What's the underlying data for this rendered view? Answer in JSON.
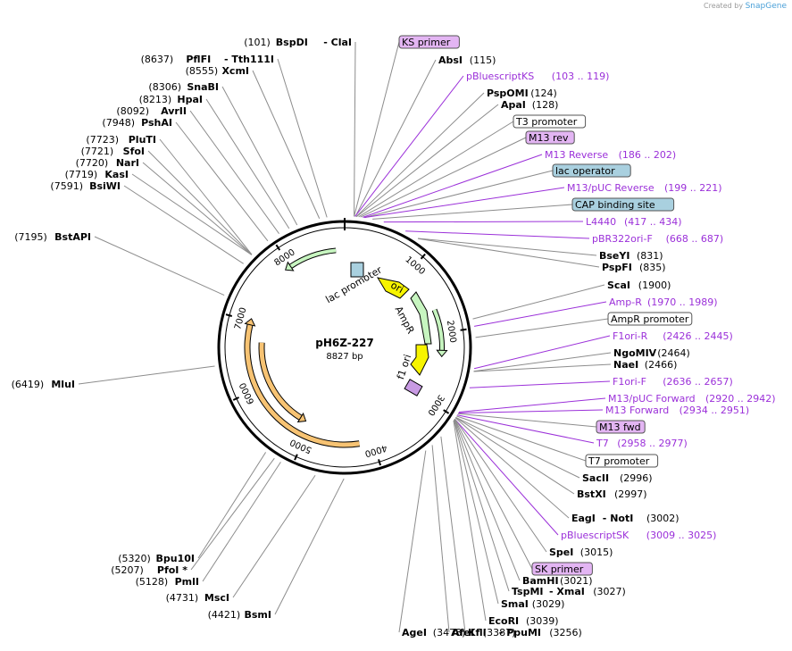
{
  "watermark": {
    "prefix": "Created by",
    "brand": "SnapGene"
  },
  "plasmid": {
    "name": "pH6Z-227",
    "length_label": "8827 bp",
    "length": 8827
  },
  "ticks": [
    "1000",
    "2000",
    "3000",
    "4000",
    "5000",
    "6000",
    "7000",
    "8000"
  ],
  "colors": {
    "backbone": "#000000",
    "enzyme_line": "#8c8c8c",
    "feature_line": "#9b30d9",
    "primer_box": "#e3b5f3",
    "promoter_box": "#ffffff",
    "protein_box": "#a9d0df",
    "arrow_green": "#c7f5c0",
    "arrow_yellow": "#f7f400",
    "arrow_orange": "#f7c373"
  },
  "right_labels": [
    {
      "kind": "primer",
      "name": "KS primer"
    },
    {
      "kind": "enzyme",
      "name": "AbsI",
      "pos": "(115)"
    },
    {
      "kind": "feature",
      "name": "pBluescriptKS",
      "pos": "(103 .. 119)"
    },
    {
      "kind": "enzyme",
      "name": "PspOMI",
      "pos": "(124)"
    },
    {
      "kind": "enzyme",
      "name": "ApaI",
      "pos": "(128)"
    },
    {
      "kind": "promoter",
      "name": "T3 promoter"
    },
    {
      "kind": "primer",
      "name": "M13 rev"
    },
    {
      "kind": "feature",
      "name": "M13 Reverse",
      "pos": "(186 .. 202)"
    },
    {
      "kind": "protein",
      "name": "lac operator"
    },
    {
      "kind": "feature",
      "name": "M13/pUC Reverse",
      "pos": "(199 .. 221)"
    },
    {
      "kind": "protein",
      "name": "CAP binding site"
    },
    {
      "kind": "feature",
      "name": "L4440",
      "pos": "(417 .. 434)"
    },
    {
      "kind": "feature",
      "name": "pBR322ori-F",
      "pos": "(668 .. 687)"
    },
    {
      "kind": "enzyme",
      "name": "BseYI",
      "pos": "(831)"
    },
    {
      "kind": "enzyme",
      "name": "PspFI",
      "pos": "(835)"
    },
    {
      "kind": "enzyme",
      "name": "ScaI",
      "pos": "(1900)"
    },
    {
      "kind": "feature",
      "name": "Amp-R",
      "pos": "(1970 .. 1989)"
    },
    {
      "kind": "promoter",
      "name": "AmpR promoter"
    },
    {
      "kind": "feature",
      "name": "F1ori-R",
      "pos": "(2426 .. 2445)"
    },
    {
      "kind": "enzyme",
      "name": "NgoMIV",
      "pos": "(2464)"
    },
    {
      "kind": "enzyme",
      "name": "NaeI",
      "pos": "(2466)"
    },
    {
      "kind": "feature",
      "name": "F1ori-F",
      "pos": "(2636 .. 2657)"
    },
    {
      "kind": "feature",
      "name": "M13/pUC Forward",
      "pos": "(2920 .. 2942)"
    },
    {
      "kind": "feature",
      "name": "M13 Forward",
      "pos": "(2934 .. 2951)"
    },
    {
      "kind": "primer",
      "name": "M13 fwd"
    },
    {
      "kind": "feature",
      "name": "T7",
      "pos": "(2958 .. 2977)"
    },
    {
      "kind": "promoter",
      "name": "T7 promoter"
    },
    {
      "kind": "enzyme",
      "name": "SacII",
      "pos": "(2996)"
    },
    {
      "kind": "enzyme",
      "name": "BstXI",
      "pos": "(2997)"
    },
    {
      "kind": "enzyme",
      "name": "EagI",
      "name2": "NotI",
      "pos": "(3002)"
    },
    {
      "kind": "feature",
      "name": "pBluescriptSK",
      "pos": "(3009 .. 3025)"
    },
    {
      "kind": "enzyme",
      "name": "SpeI",
      "pos": "(3015)"
    },
    {
      "kind": "primer",
      "name": "SK primer"
    },
    {
      "kind": "enzyme",
      "name": "BamHI",
      "pos": "(3021)"
    },
    {
      "kind": "enzyme",
      "name": "TspMI",
      "name2": "XmaI",
      "pos": "(3027)"
    },
    {
      "kind": "enzyme",
      "name": "SmaI",
      "pos": "(3029)"
    },
    {
      "kind": "enzyme",
      "name": "EcoRI",
      "pos": "(3039)"
    },
    {
      "kind": "enzyme",
      "name": "KflI",
      "name2": "PpuMI",
      "pos": "(3256)"
    },
    {
      "kind": "enzyme",
      "name": "AfeI",
      "pos": "(3387)"
    },
    {
      "kind": "enzyme",
      "name": "AgeI",
      "pos": "(3478)"
    }
  ],
  "left_labels": [
    {
      "name": "BspDI",
      "name2": "ClaI",
      "pos": "(101)"
    },
    {
      "name": "PflFI",
      "name2": "Tth111I",
      "pos": "(8637)"
    },
    {
      "name": "XcmI",
      "pos": "(8555)"
    },
    {
      "name": "SnaBI",
      "pos": "(8306)"
    },
    {
      "name": "HpaI",
      "pos": "(8213)"
    },
    {
      "name": "AvrII",
      "pos": "(8092)"
    },
    {
      "name": "PshAI",
      "pos": "(7948)"
    },
    {
      "name": "PluTI",
      "pos": "(7723)"
    },
    {
      "name": "SfoI",
      "pos": "(7721)"
    },
    {
      "name": "NarI",
      "pos": "(7720)"
    },
    {
      "name": "KasI",
      "pos": "(7719)"
    },
    {
      "name": "BsiWI",
      "pos": "(7591)"
    },
    {
      "name": "BstAPI",
      "pos": "(7195)"
    },
    {
      "name": "MluI",
      "pos": "(6419)"
    },
    {
      "name": "Bpu10I",
      "pos": "(5320)"
    },
    {
      "name": "PfoI *",
      "pos": "(5207)"
    },
    {
      "name": "PmlI",
      "pos": "(5128)"
    },
    {
      "name": "MscI",
      "pos": "(4731)"
    },
    {
      "name": "BsmI",
      "pos": "(4421)"
    }
  ],
  "inner_features": [
    {
      "name": "lac promoter"
    },
    {
      "name": "ori"
    },
    {
      "name": "AmpR"
    },
    {
      "name": "f1 ori"
    }
  ]
}
